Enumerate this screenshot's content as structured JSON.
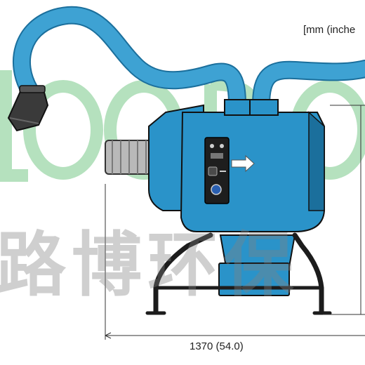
{
  "units_label": "[mm (inche",
  "dimensions": {
    "width_label": "1370 (54.0)"
  },
  "watermark": {
    "text": "路博环保",
    "latin": "LOOBO",
    "color_green": "#79c98a",
    "color_gray": "#8a8a8a"
  },
  "colors": {
    "body": "#2a93c9",
    "body_dark": "#1b6f9c",
    "frame": "#1c1c1c",
    "motor": "#b9b9b9",
    "arm": "#3ea2d3"
  },
  "icons": [
    "fume-extractor-unit",
    "extraction-hood",
    "motor",
    "control-panel",
    "power-switch",
    "indicator-arrow"
  ]
}
